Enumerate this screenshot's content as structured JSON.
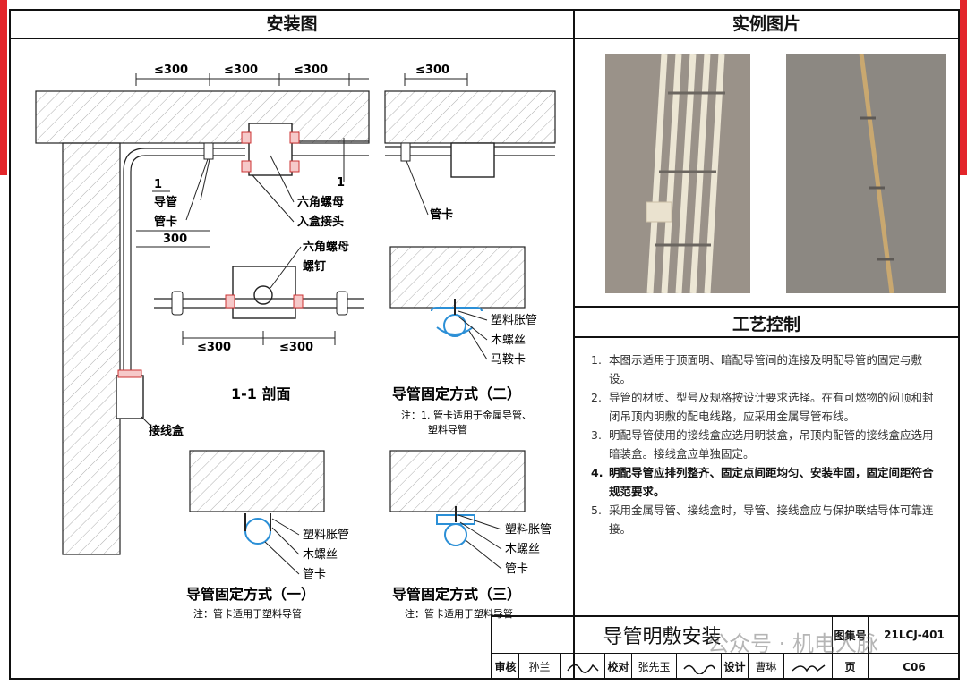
{
  "headers": {
    "install": "安装图",
    "photos": "实例图片",
    "process": "工艺控制"
  },
  "dims": {
    "a": "≤300",
    "b": "≤300",
    "c": "≤300",
    "d": "≤300",
    "e": "≤300",
    "f": "≤300",
    "g": "300"
  },
  "labels": {
    "section_mark_1": "1",
    "section_mark_2": "1",
    "conduit": "导管",
    "clamp": "管卡",
    "hex_nut": "六角螺母",
    "box_connector": "入盒接头",
    "pipe_clamp": "管卡",
    "hex_nut2": "六角螺母",
    "screw": "螺钉",
    "junction_box": "接线盒",
    "plastic_anchor": "塑料胀管",
    "wood_screw": "木螺丝",
    "saddle_clamp": "马鞍卡",
    "plastic_anchor1": "塑料胀管",
    "wood_screw1": "木螺丝",
    "clamp1": "管卡",
    "plastic_anchor3": "塑料胀管",
    "wood_screw3": "木螺丝",
    "clamp3": "管卡"
  },
  "captions": {
    "section": "1-1 剖面",
    "method2": "导管固定方式（二）",
    "method2_note_1": "注：1. 管卡适用于金属导管、",
    "method2_note_2": "塑料导管",
    "method1": "导管固定方式（一）",
    "method1_note": "注：管卡适用于塑料导管",
    "method3": "导管固定方式（三）",
    "method3_note": "注：管卡适用于塑料导管"
  },
  "notes": [
    {
      "num": "1.",
      "text": "本图示适用于顶面明、暗配导管间的连接及明配导管的固定与敷设。"
    },
    {
      "num": "2.",
      "text": "导管的材质、型号及规格按设计要求选择。在有可燃物的闷顶和封闭吊顶内明敷的配电线路，应采用金属导管布线。"
    },
    {
      "num": "3.",
      "text": "明配导管使用的接线盒应选用明装盒，吊顶内配管的接线盒应选用暗装盒。接线盒应单独固定。"
    },
    {
      "num": "4.",
      "text": "明配导管应排列整齐、固定点间距均匀、安装牢固，固定间距符合规范要求。"
    },
    {
      "num": "5.",
      "text": "采用金属导管、接线盒时，导管、接线盒应与保护联结导体可靠连接。"
    }
  ],
  "title_block": {
    "title": "导管明敷安装",
    "atlas_label": "图集号",
    "atlas_no": "21LCJ-401",
    "review_label": "审核",
    "review_name": "孙兰",
    "check_label": "校对",
    "check_name": "张先玉",
    "design_label": "设计",
    "design_name": "曹琳",
    "page_label": "页",
    "page_no": "C06"
  },
  "watermark": "公众号 · 机电人脉",
  "colors": {
    "accent_red": "#e3262b",
    "clamp_blue": "#2b8fd6",
    "ink": "#111111"
  }
}
